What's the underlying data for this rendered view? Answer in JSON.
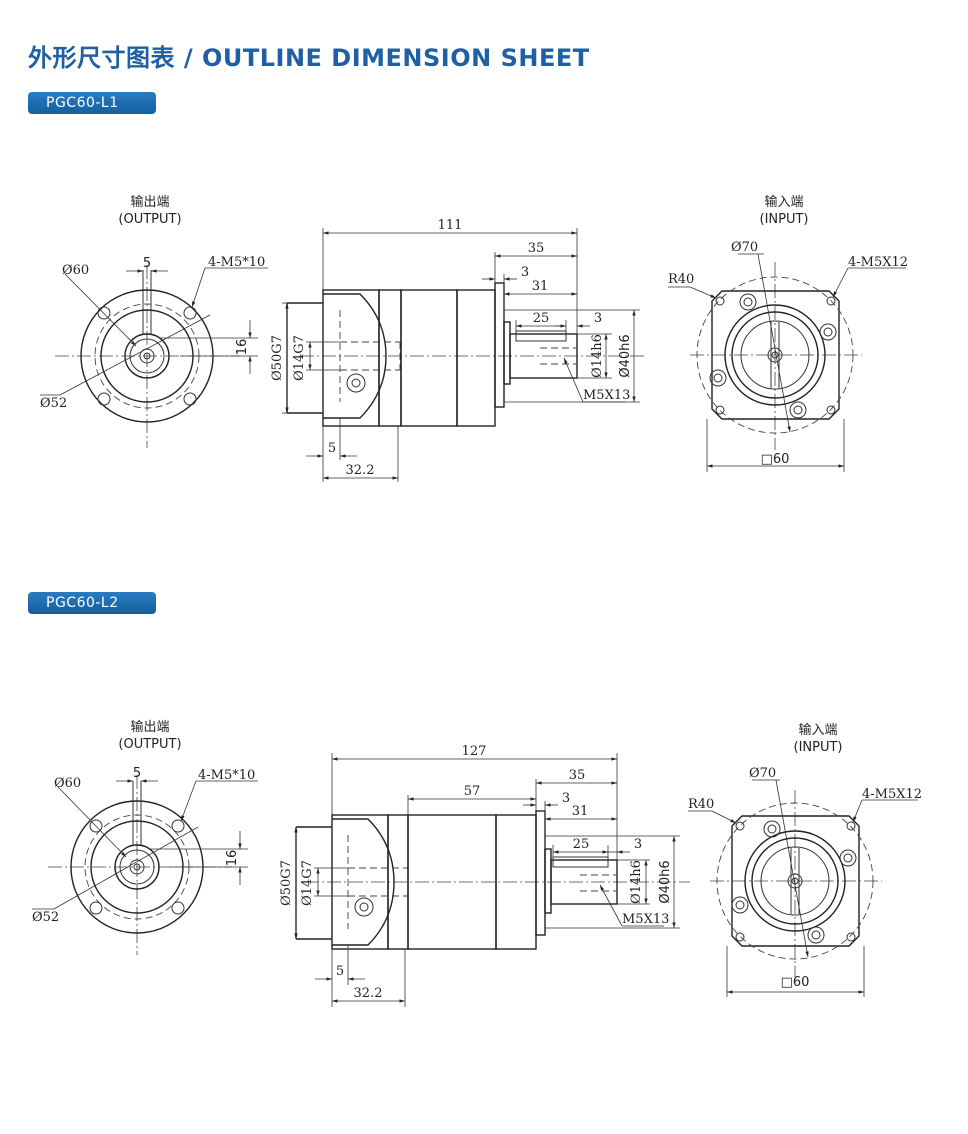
{
  "page_title": "外形尺寸图表 / OUTLINE DIMENSION SHEET",
  "models": [
    {
      "name": "PGC60-L1",
      "output_view": {
        "label_cn": "输出端",
        "label_en": "(OUTPUT)",
        "d_bolt_circle": "Ø60",
        "key_width": "5",
        "holes": "4-M5*10",
        "height": "16",
        "d_pilot": "Ø52"
      },
      "side_view": {
        "total_length": "111",
        "front_len": "35",
        "flange": "3",
        "shaft_len": "31",
        "key_len": "25",
        "key_offset": "3",
        "d_left_pilot": "Ø50G7",
        "d_left_bore": "Ø14G7",
        "d_shaft": "Ø14h6",
        "d_pilot": "Ø40h6",
        "thread": "M5X13",
        "thk": "5",
        "len_left": "32.2"
      },
      "input_view": {
        "label_cn": "输入端",
        "label_en": "(INPUT)",
        "d_bolt_circle": "Ø70",
        "holes": "4-M5X12",
        "radius": "R40",
        "square": "□60"
      }
    },
    {
      "name": "PGC60-L2",
      "output_view": {
        "label_cn": "输出端",
        "label_en": "(OUTPUT)",
        "d_bolt_circle": "Ø60",
        "key_width": "5",
        "holes": "4-M5*10",
        "height": "16",
        "d_pilot": "Ø52"
      },
      "side_view": {
        "total_length": "127",
        "mid_len": "57",
        "front_len": "35",
        "flange": "3",
        "shaft_len": "31",
        "key_len": "25",
        "key_offset": "3",
        "d_left_pilot": "Ø50G7",
        "d_left_bore": "Ø14G7",
        "d_shaft": "Ø14h6",
        "d_pilot": "Ø40h6",
        "thread": "M5X13",
        "thk": "5",
        "len_left": "32.2"
      },
      "input_view": {
        "label_cn": "输入端",
        "label_en": "(INPUT)",
        "d_bolt_circle": "Ø70",
        "holes": "4-M5X12",
        "radius": "R40",
        "square": "□60"
      }
    }
  ]
}
